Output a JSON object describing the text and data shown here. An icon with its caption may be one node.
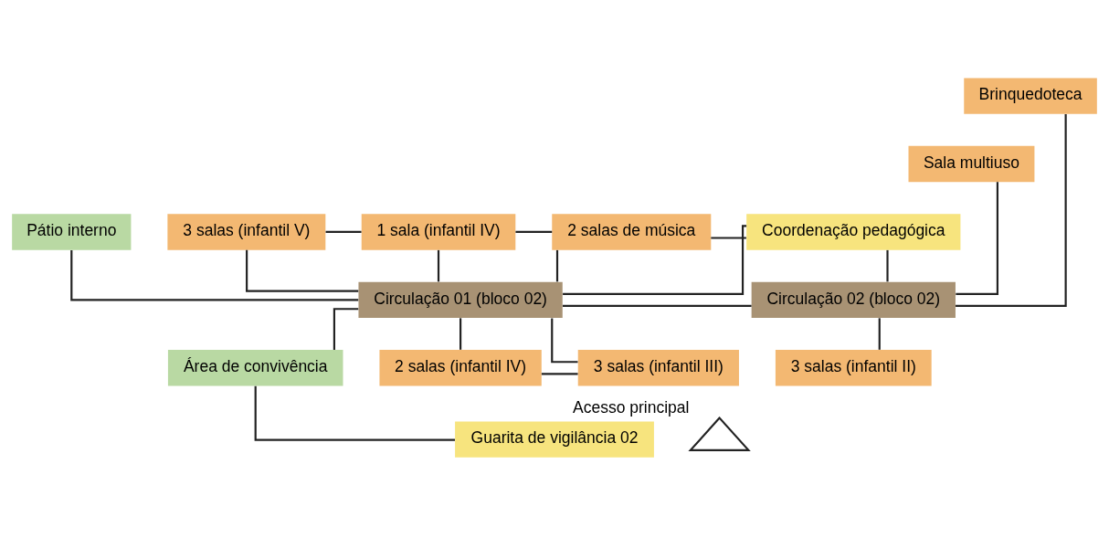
{
  "diagram": {
    "nodes": [
      {
        "text": [
          "Brinquedoteca"
        ]
      },
      {
        "text": [
          "Sala multiuso"
        ]
      },
      {
        "text": [
          "Pátio interno"
        ]
      },
      {
        "text": [
          "3 salas (infantil V)"
        ]
      },
      {
        "text": [
          "1 sala (infantil IV)"
        ]
      },
      {
        "text": [
          "2 salas de música"
        ]
      },
      {
        "text": [
          "Coordenação pedagógica"
        ]
      },
      {
        "text": [
          "Circulação 01 (bloco 02)"
        ]
      },
      {
        "text": [
          "Circulação 02 (bloco 02)"
        ]
      },
      {
        "text": [
          "Área de convivência"
        ]
      },
      {
        "text": [
          "2 salas (infantil IV)"
        ]
      },
      {
        "text": [
          "3 salas (infantil III)"
        ]
      },
      {
        "text": [
          "3 salas (infantil II)"
        ]
      },
      {
        "text": [],
        "shape": "triangle",
        "beside": [
          "Acesso principal"
        ]
      },
      {
        "text": [
          "Guarita de vigilância 02"
        ]
      }
    ],
    "edges": [
      {
        "from": 0,
        "to": 8,
        "arrow": "none"
      },
      {
        "from": 1,
        "to": 8,
        "arrow": "none"
      },
      {
        "from": 6,
        "to": 8,
        "arrow": "none"
      },
      {
        "from": 3,
        "to": 4,
        "arrow": "none"
      },
      {
        "from": 4,
        "to": 5,
        "arrow": "none"
      },
      {
        "from": 5,
        "to": 6,
        "arrow": "none"
      },
      {
        "from": 3,
        "to": 7,
        "arrow": "none"
      },
      {
        "from": 4,
        "to": 7,
        "arrow": "none"
      },
      {
        "from": 5,
        "to": 7,
        "arrow": "none"
      },
      {
        "from": 2,
        "to": 7,
        "arrow": "none"
      },
      {
        "from": 6,
        "to": 7,
        "arrow": "none"
      },
      {
        "from": 7,
        "to": 8,
        "arrow": "none"
      },
      {
        "from": 7,
        "to": 9,
        "arrow": "none"
      },
      {
        "from": 7,
        "to": 10,
        "arrow": "none"
      },
      {
        "from": 7,
        "to": 11,
        "arrow": "none"
      },
      {
        "from": 8,
        "to": 12,
        "arrow": "none"
      },
      {
        "from": 10,
        "to": 11,
        "arrow": "none"
      },
      {
        "from": 9,
        "to": 14,
        "arrow": "none"
      }
    ]
  }
}
